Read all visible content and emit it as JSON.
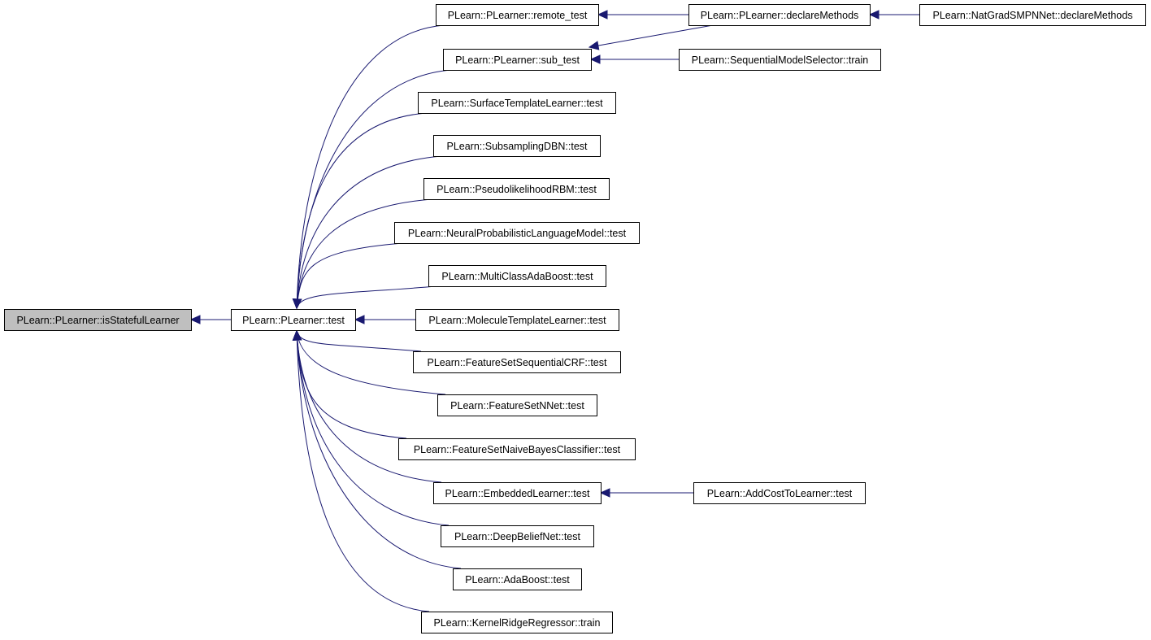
{
  "colors": {
    "edge": "#191970",
    "node_fill": "#ffffff",
    "focus_fill": "#bfbfbf",
    "node_border": "#000000"
  },
  "nodes": [
    {
      "id": "isStatefulLearner",
      "label": "PLearn::PLearner::isStatefulLearner",
      "focus": true
    },
    {
      "id": "test",
      "label": "PLearn::PLearner::test"
    },
    {
      "id": "remote_test",
      "label": "PLearn::PLearner::remote_test"
    },
    {
      "id": "sub_test",
      "label": "PLearn::PLearner::sub_test"
    },
    {
      "id": "surface",
      "label": "PLearn::SurfaceTemplateLearner::test"
    },
    {
      "id": "subsampling",
      "label": "PLearn::SubsamplingDBN::test"
    },
    {
      "id": "pseudo",
      "label": "PLearn::PseudolikelihoodRBM::test"
    },
    {
      "id": "neural",
      "label": "PLearn::NeuralProbabilisticLanguageModel::test"
    },
    {
      "id": "multiclass",
      "label": "PLearn::MultiClassAdaBoost::test"
    },
    {
      "id": "molecule",
      "label": "PLearn::MoleculeTemplateLearner::test"
    },
    {
      "id": "crf",
      "label": "PLearn::FeatureSetSequentialCRF::test"
    },
    {
      "id": "fsnnet",
      "label": "PLearn::FeatureSetNNet::test"
    },
    {
      "id": "naivebayes",
      "label": "PLearn::FeatureSetNaiveBayesClassifier::test"
    },
    {
      "id": "embedded",
      "label": "PLearn::EmbeddedLearner::test"
    },
    {
      "id": "deepbelief",
      "label": "PLearn::DeepBeliefNet::test"
    },
    {
      "id": "adaboost",
      "label": "PLearn::AdaBoost::test"
    },
    {
      "id": "kernelridge",
      "label": "PLearn::KernelRidgeRegressor::train"
    },
    {
      "id": "declareMethods",
      "label": "PLearn::PLearner::declareMethods"
    },
    {
      "id": "seqselector",
      "label": "PLearn::SequentialModelSelector::train"
    },
    {
      "id": "addcost",
      "label": "PLearn::AddCostToLearner::test"
    },
    {
      "id": "natgrad",
      "label": "PLearn::NatGradSMPNNet::declareMethods"
    }
  ],
  "edges": [
    {
      "from": "test",
      "to": "isStatefulLearner"
    },
    {
      "from": "remote_test",
      "to": "test"
    },
    {
      "from": "sub_test",
      "to": "test"
    },
    {
      "from": "surface",
      "to": "test"
    },
    {
      "from": "subsampling",
      "to": "test"
    },
    {
      "from": "pseudo",
      "to": "test"
    },
    {
      "from": "neural",
      "to": "test"
    },
    {
      "from": "multiclass",
      "to": "test"
    },
    {
      "from": "molecule",
      "to": "test"
    },
    {
      "from": "crf",
      "to": "test"
    },
    {
      "from": "fsnnet",
      "to": "test"
    },
    {
      "from": "naivebayes",
      "to": "test"
    },
    {
      "from": "embedded",
      "to": "test"
    },
    {
      "from": "deepbelief",
      "to": "test"
    },
    {
      "from": "adaboost",
      "to": "test"
    },
    {
      "from": "kernelridge",
      "to": "test"
    },
    {
      "from": "declareMethods",
      "to": "remote_test"
    },
    {
      "from": "declareMethods",
      "to": "sub_test"
    },
    {
      "from": "seqselector",
      "to": "sub_test"
    },
    {
      "from": "addcost",
      "to": "embedded"
    },
    {
      "from": "natgrad",
      "to": "declareMethods"
    }
  ]
}
